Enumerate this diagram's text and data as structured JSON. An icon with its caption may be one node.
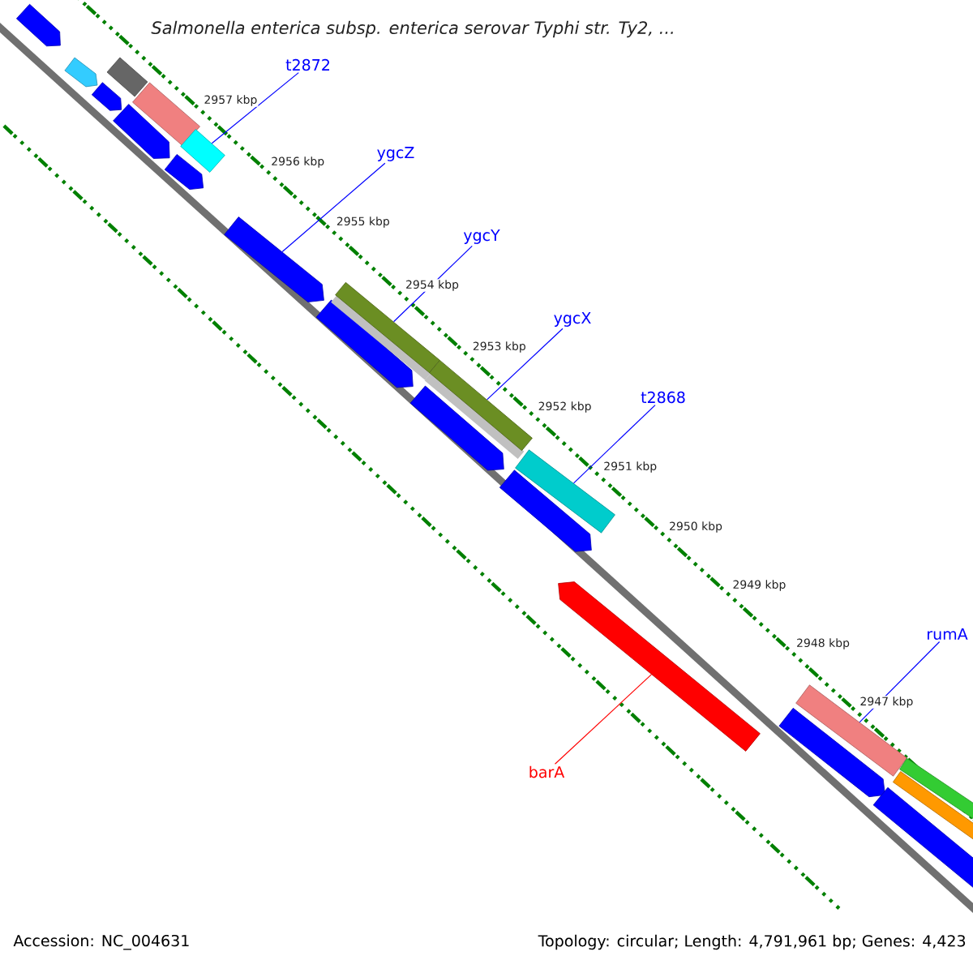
{
  "diagram": {
    "title": "Salmonella enterica subsp. enterica serovar Typhi str. Ty2, ...",
    "nodes": [
      {
        "text": [
          "t2872"
        ]
      },
      {
        "text": [
          "ygcZ"
        ]
      },
      {
        "text": [
          "ygcY"
        ]
      },
      {
        "text": [
          "ygcX"
        ]
      },
      {
        "text": [
          "t2868"
        ]
      },
      {
        "text": [
          "rumA"
        ]
      },
      {
        "text": [
          "barA"
        ]
      },
      {
        "text": [],
        "shape": "arrow"
      },
      {
        "text": [],
        "shape": "arrow"
      },
      {
        "text": [],
        "shape": "arrow"
      },
      {
        "text": [],
        "shape": "bar"
      },
      {
        "text": [],
        "shape": "arrow"
      },
      {
        "text": [],
        "shape": "bar"
      },
      {
        "text": [],
        "shape": "arrow"
      },
      {
        "text": [],
        "shape": "bar"
      },
      {
        "text": [],
        "shape": "arrow"
      },
      {
        "text": [],
        "shape": "arrow"
      },
      {
        "text": [],
        "shape": "bar"
      },
      {
        "text": [],
        "shape": "arrow"
      },
      {
        "text": [],
        "shape": "bar"
      },
      {
        "text": [],
        "shape": "arrow"
      },
      {
        "text": [],
        "shape": "bar"
      },
      {
        "text": [],
        "shape": "arrow"
      },
      {
        "text": [],
        "shape": "arrow"
      },
      {
        "text": [],
        "shape": "bar"
      },
      {
        "text": [],
        "shape": "bar"
      },
      {
        "text": [],
        "shape": "bar"
      },
      {
        "text": [],
        "shape": "bar"
      }
    ],
    "edges": [
      {
        "from": 0,
        "to": 14,
        "arrow": "none"
      },
      {
        "from": 1,
        "to": 15,
        "arrow": "none"
      },
      {
        "from": 2,
        "to": 17,
        "arrow": "none"
      },
      {
        "from": 3,
        "to": 19,
        "arrow": "none"
      },
      {
        "from": 4,
        "to": 21,
        "arrow": "none"
      },
      {
        "from": 5,
        "to": 24,
        "arrow": "none"
      },
      {
        "from": 6,
        "to": 22,
        "arrow": "none",
        "color": "#ff0000"
      }
    ],
    "labels": [
      "2957 kbp",
      "2956 kbp",
      "2955 kbp",
      "2954 kbp",
      "2953 kbp",
      "2952 kbp",
      "2951 kbp",
      "2950 kbp",
      "2949 kbp",
      "2948 kbp",
      "2947 kbp",
      "Accession: NC_004631",
      "Topology: circular; Length: 4,791,961 bp; Genes: 4,423"
    ]
  }
}
